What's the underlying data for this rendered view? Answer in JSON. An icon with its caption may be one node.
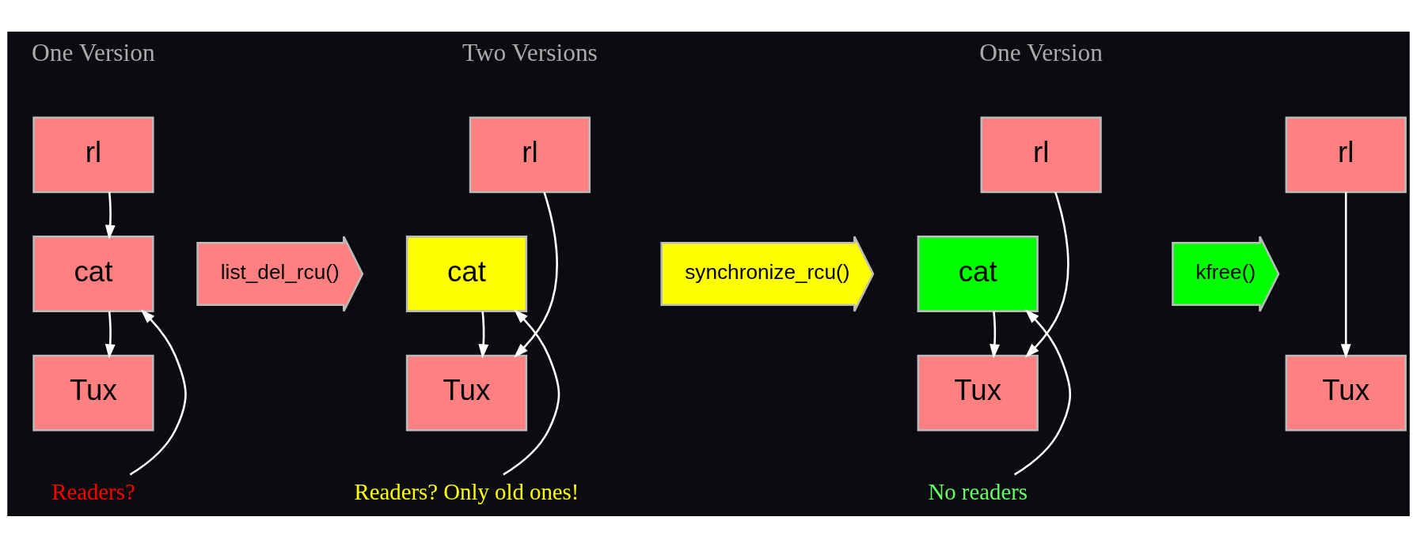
{
  "diagram": {
    "nodes": [
      {
        "text": [
          "rl"
        ]
      },
      {
        "text": [
          "cat"
        ]
      },
      {
        "text": [
          "Tux"
        ]
      },
      {
        "text": [
          "Readers?"
        ]
      },
      {
        "text": [
          "list_del_rcu()"
        ]
      },
      {
        "text": [
          "rl"
        ]
      },
      {
        "text": [
          "cat"
        ]
      },
      {
        "text": [
          "Tux"
        ]
      },
      {
        "text": [
          "Readers? Only old ones!"
        ]
      },
      {
        "text": [
          "synchronize_rcu()"
        ]
      },
      {
        "text": [
          "rl"
        ]
      },
      {
        "text": [
          "cat"
        ]
      },
      {
        "text": [
          "Tux"
        ]
      },
      {
        "text": [
          "No readers"
        ]
      },
      {
        "text": [
          "kfree()"
        ]
      },
      {
        "text": [
          "rl"
        ]
      },
      {
        "text": [
          "Tux"
        ]
      }
    ],
    "edges": [
      {
        "from": 0,
        "to": 1,
        "arrow": "to"
      },
      {
        "from": 1,
        "to": 2,
        "arrow": "to"
      },
      {
        "from": 3,
        "to": 1,
        "arrow": "to"
      },
      {
        "from": 5,
        "to": 7,
        "arrow": "to"
      },
      {
        "from": 6,
        "to": 7,
        "arrow": "to"
      },
      {
        "from": 8,
        "to": 6,
        "arrow": "to"
      },
      {
        "from": 10,
        "to": 12,
        "arrow": "to"
      },
      {
        "from": 11,
        "to": 12,
        "arrow": "to"
      },
      {
        "from": 13,
        "to": 11,
        "arrow": "to"
      },
      {
        "from": 15,
        "to": 16,
        "arrow": "to"
      }
    ],
    "labels": [
      "One Version",
      "Two Versions",
      "One Version"
    ]
  }
}
